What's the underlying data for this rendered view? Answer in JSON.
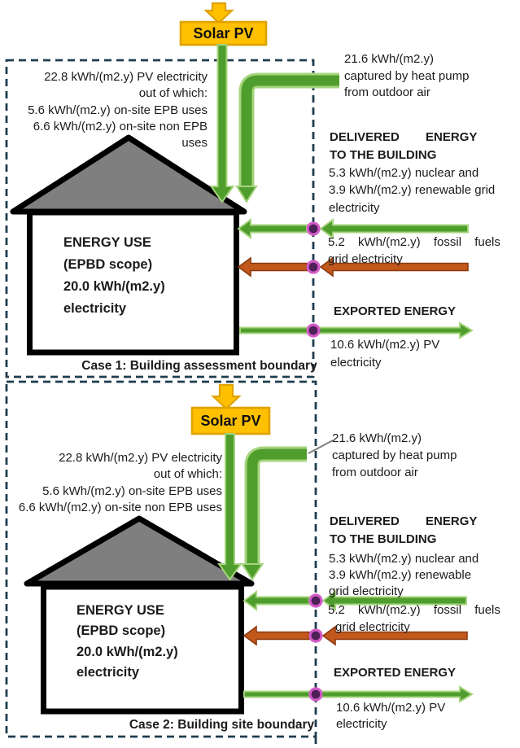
{
  "colors": {
    "solar_fill": "#FFC000",
    "solar_border": "#DFA200",
    "green_core": "#4F9E2D",
    "green_light": "#A6D47E",
    "brown_core": "#C2581C",
    "brown_dark": "#8C3A10",
    "boundary_dash": "#1F3D4E",
    "node_fill": "#4E2058",
    "node_ring": "#D45BC8",
    "roof_gray": "#7F7F7F",
    "leader_gray": "#808080"
  },
  "solar_pv": {
    "label": "Solar PV"
  },
  "case1": {
    "title": "Case 1: Building assessment boundary",
    "pv_lines": [
      "22.8 kWh/(m2.y) PV electricity",
      "out of which:",
      "5.6 kWh/(m2.y) on-site EPB uses",
      "6.6 kWh/(m2.y) on-site non EPB",
      "uses"
    ],
    "heat_pump_lines": [
      "21.6 kWh/(m2.y)",
      "captured by heat pump",
      "from outdoor air"
    ],
    "delivered_heading_lines": [
      "DELIVERED ENERGY",
      "TO THE BUILDING"
    ],
    "grid_green_lines": [
      "5.3 kWh/(m2.y) nuclear and",
      "3.9 kWh/(m2.y) renewable grid",
      "electricity"
    ],
    "fossil_lines": [
      "5.2 kWh/(m2.y) fossil fuels",
      "grid electricity"
    ],
    "exported_heading": "EXPORTED ENERGY",
    "exported_lines": [
      "10.6 kWh/(m2.y) PV",
      "electricity"
    ],
    "house_lines": [
      "ENERGY USE",
      "(EPBD scope)",
      "20.0 kWh/(m2.y)",
      "electricity"
    ]
  },
  "case2": {
    "title": "Case 2: Building site boundary",
    "pv_lines": [
      "22.8 kWh/(m2.y) PV electricity",
      "out of which:",
      "5.6 kWh/(m2.y) on-site EPB uses",
      "6.6 kWh/(m2.y) on-site non EPB uses"
    ],
    "heat_pump_lines": [
      "21.6 kWh/(m2.y)",
      "captured by heat pump",
      "from outdoor air"
    ],
    "delivered_heading_lines": [
      "DELIVERED ENERGY",
      "TO THE BUILDING"
    ],
    "grid_green_lines": [
      "5.3 kWh/(m2.y) nuclear and",
      "3.9 kWh/(m2.y) renewable",
      "grid electricity"
    ],
    "fossil_lines": [
      "5.2 kWh/(m2.y) fossil fuels",
      "grid electricity"
    ],
    "exported_heading": "EXPORTED ENERGY",
    "exported_lines": [
      "10.6 kWh/(m2.y) PV",
      "electricity"
    ],
    "house_lines": [
      "ENERGY USE",
      "(EPBD scope)",
      "20.0 kWh/(m2.y)",
      "electricity"
    ]
  }
}
